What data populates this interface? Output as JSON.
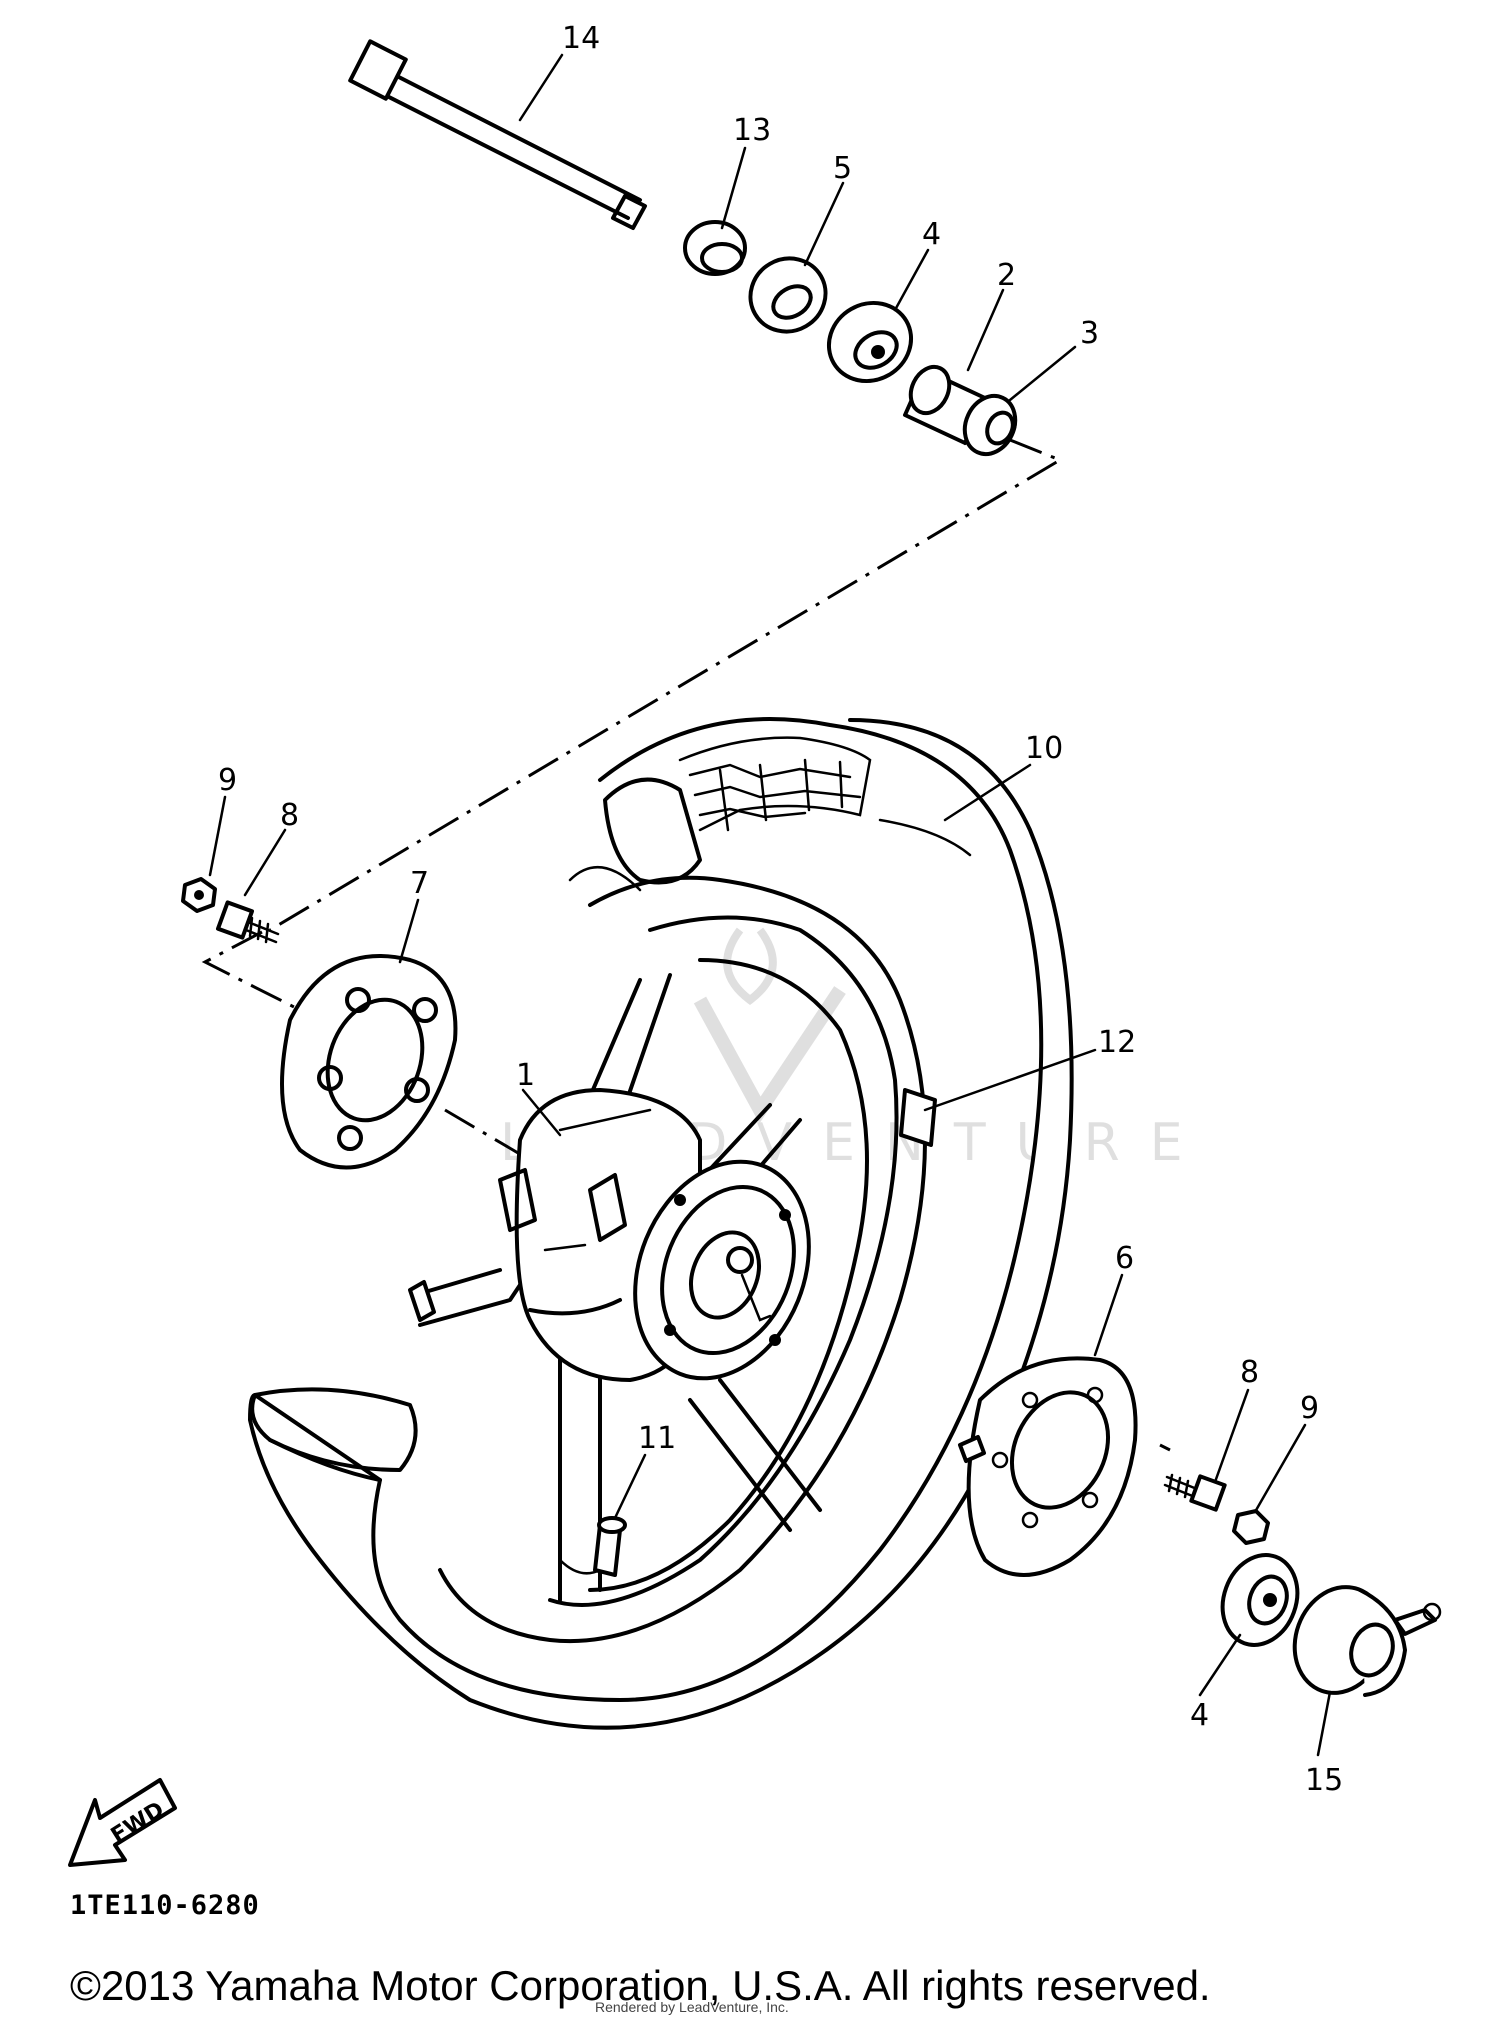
{
  "diagram": {
    "callouts": [
      {
        "id": "c14",
        "label": "14"
      },
      {
        "id": "c13",
        "label": "13"
      },
      {
        "id": "c5",
        "label": "5"
      },
      {
        "id": "c4a",
        "label": "4"
      },
      {
        "id": "c2",
        "label": "2"
      },
      {
        "id": "c3",
        "label": "3"
      },
      {
        "id": "c10",
        "label": "10"
      },
      {
        "id": "c9a",
        "label": "9"
      },
      {
        "id": "c8a",
        "label": "8"
      },
      {
        "id": "c7",
        "label": "7"
      },
      {
        "id": "c1",
        "label": "1"
      },
      {
        "id": "c12",
        "label": "12"
      },
      {
        "id": "c6",
        "label": "6"
      },
      {
        "id": "c8b",
        "label": "8"
      },
      {
        "id": "c9b",
        "label": "9"
      },
      {
        "id": "c11",
        "label": "11"
      },
      {
        "id": "c4b",
        "label": "4"
      },
      {
        "id": "c15",
        "label": "15"
      }
    ],
    "forward_arrow_label": "FWD",
    "part_code": "1TE110-6280",
    "copyright": "©2013 Yamaha Motor Corporation, U.S.A. All rights reserved.",
    "render_credit": "Rendered by LeadVenture, Inc.",
    "watermark_text": "LEADVENTURE"
  }
}
